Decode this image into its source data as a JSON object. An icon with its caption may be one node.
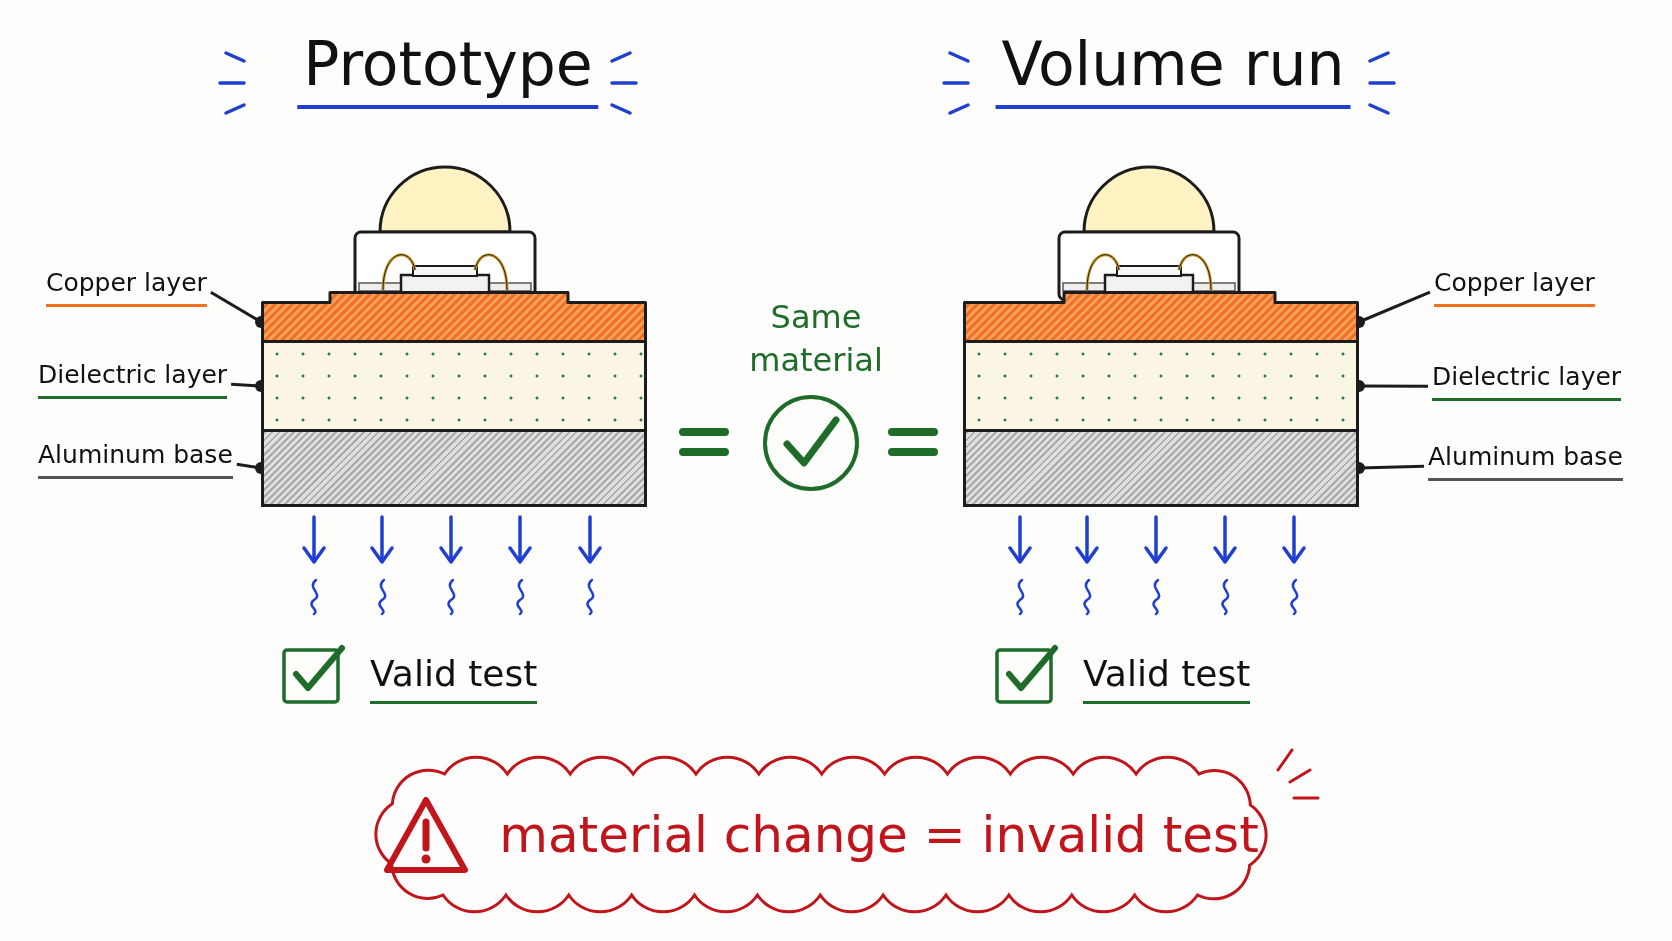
{
  "diagram": {
    "nodes": [
      {
        "text": [
          "Copper layer"
        ]
      },
      {
        "text": [
          "Dielectric layer"
        ]
      },
      {
        "text": [
          "Aluminum base"
        ]
      },
      {
        "text": [],
        "shape": "bar"
      },
      {
        "text": [],
        "shape": "bar"
      },
      {
        "text": [],
        "shape": "bar"
      },
      {
        "text": [
          "Copper layer"
        ]
      },
      {
        "text": [
          "Dielectric layer"
        ]
      },
      {
        "text": [
          "Aluminum base"
        ]
      },
      {
        "text": [],
        "shape": "bar"
      },
      {
        "text": [],
        "shape": "bar"
      },
      {
        "text": [],
        "shape": "bar"
      },
      {
        "text": [
          "material change = invalid test"
        ]
      }
    ],
    "edges": [
      {
        "from": 0,
        "to": 3,
        "arrow": "other"
      },
      {
        "from": 1,
        "to": 4,
        "arrow": "other"
      },
      {
        "from": 2,
        "to": 5,
        "arrow": "other"
      },
      {
        "from": 6,
        "to": 9,
        "arrow": "other"
      },
      {
        "from": 7,
        "to": 10,
        "arrow": "other"
      },
      {
        "from": 8,
        "to": 11,
        "arrow": "other"
      }
    ],
    "labels": [
      "Prototype",
      "Volume run",
      "Same material",
      "Valid test",
      "Valid test"
    ]
  }
}
